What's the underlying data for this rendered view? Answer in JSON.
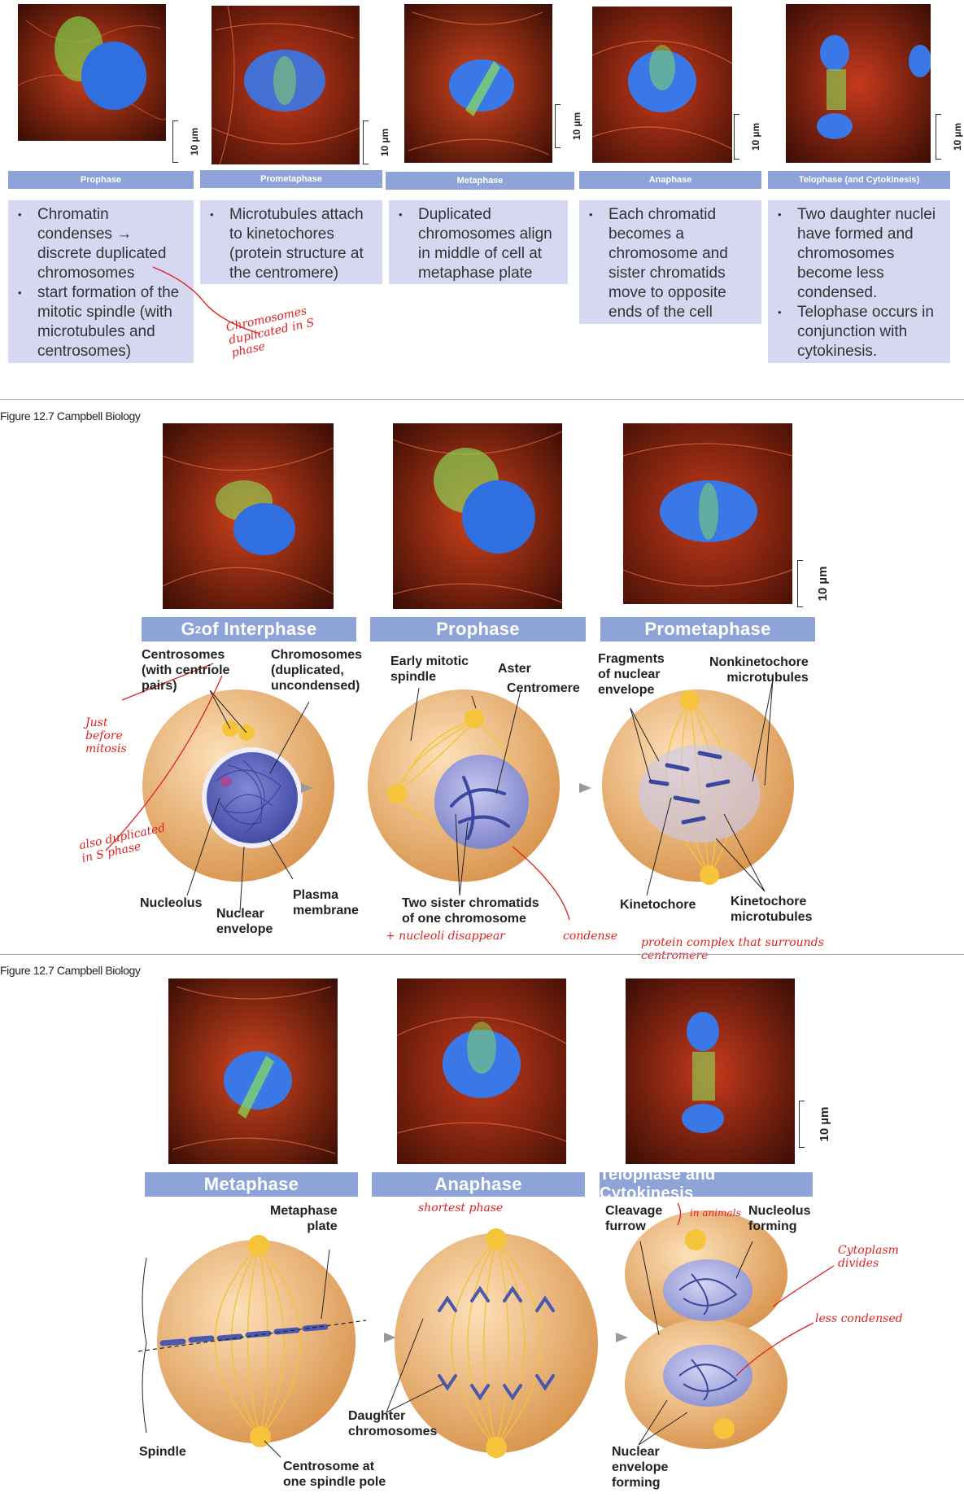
{
  "top_row": {
    "scale_label": "10 µm",
    "stages": [
      {
        "name": "Prophase",
        "bullets": [
          "Chromatin condenses → discrete duplicated chromosomes",
          "start formation of the mitotic spindle (with microtubules and centrosomes)"
        ]
      },
      {
        "name": "Prometaphase",
        "bullets": [
          "Microtubules attach to kinetochores (protein structure at the centromere)"
        ]
      },
      {
        "name": "Metaphase",
        "bullets": [
          "Duplicated chromosomes align in middle of cell at metaphase plate"
        ]
      },
      {
        "name": "Anaphase",
        "bullets": [
          "Each chromatid becomes a chromosome and sister chromatids move to opposite ends of the cell"
        ]
      },
      {
        "name": "Telophase (and Cytokinesis)",
        "bullets": [
          "Two daughter nuclei have formed and chromosomes become less condensed.",
          "Telophase occurs in conjunction with cytokinesis."
        ]
      }
    ],
    "annotation": "Chromosomes duplicated in S phase"
  },
  "captions": {
    "fig1": "Figure 12.7 Campbell Biology",
    "fig2": "Figure 12.7 Campbell Biology"
  },
  "section2": {
    "scale_label": "10 µm",
    "headers": {
      "g2_prefix": "G",
      "g2_sub": "2",
      "g2_suffix": " of Interphase",
      "prophase": "Prophase",
      "prometaphase": "Prometaphase"
    },
    "labels": {
      "centrosomes": "Centrosomes\n(with centriole\npairs)",
      "chromosomes": "Chromosomes\n(duplicated,\nuncondensed)",
      "nucleolus": "Nucleolus",
      "nuclear_envelope": "Nuclear\nenvelope",
      "plasma_membrane": "Plasma\nmembrane",
      "early_spindle": "Early mitotic\nspindle",
      "aster": "Aster",
      "centromere": "Centromere",
      "sister_chromatids": "Two sister chromatids\nof one chromosome",
      "fragments": "Fragments\nof nuclear\nenvelope",
      "nonkinetochore": "Nonkinetochore\nmicrotubules",
      "kinetochore": "Kinetochore",
      "kinetochore_mt": "Kinetochore\nmicrotubules"
    },
    "handwritten": {
      "just_before": "Just\nbefore\nmitosis",
      "also_dup": "also duplicated\nin S phase",
      "nucleoli": "+ nucleoli disappear",
      "condense": "condense",
      "protein": "protein complex that surrounds\ncentromere"
    }
  },
  "section3": {
    "scale_label": "10 µm",
    "headers": {
      "metaphase": "Metaphase",
      "anaphase": "Anaphase",
      "telophase": "Telophase and Cytokinesis"
    },
    "labels": {
      "metaphase_plate": "Metaphase\nplate",
      "spindle": "Spindle",
      "centrosome_pole": "Centrosome at\none spindle pole",
      "daughter": "Daughter\nchromosomes",
      "cleavage": "Cleavage\nfurrow",
      "nucleolus_forming": "Nucleolus\nforming",
      "nuclear_env_forming": "Nuclear\nenvelope\nforming"
    },
    "handwritten": {
      "shortest": "shortest phase",
      "in_animals": "in animals",
      "cytoplasm": "Cytoplasm\ndivides",
      "less_condensed": "less condensed"
    }
  },
  "colors": {
    "header": "#8ea3d8",
    "box": "#d6d7f1",
    "cell": "#f0b676",
    "nucleus": "#5560b8",
    "chromosome": "#3f4fa8",
    "spindle": "#f3c13a",
    "ink": "#d22222"
  }
}
